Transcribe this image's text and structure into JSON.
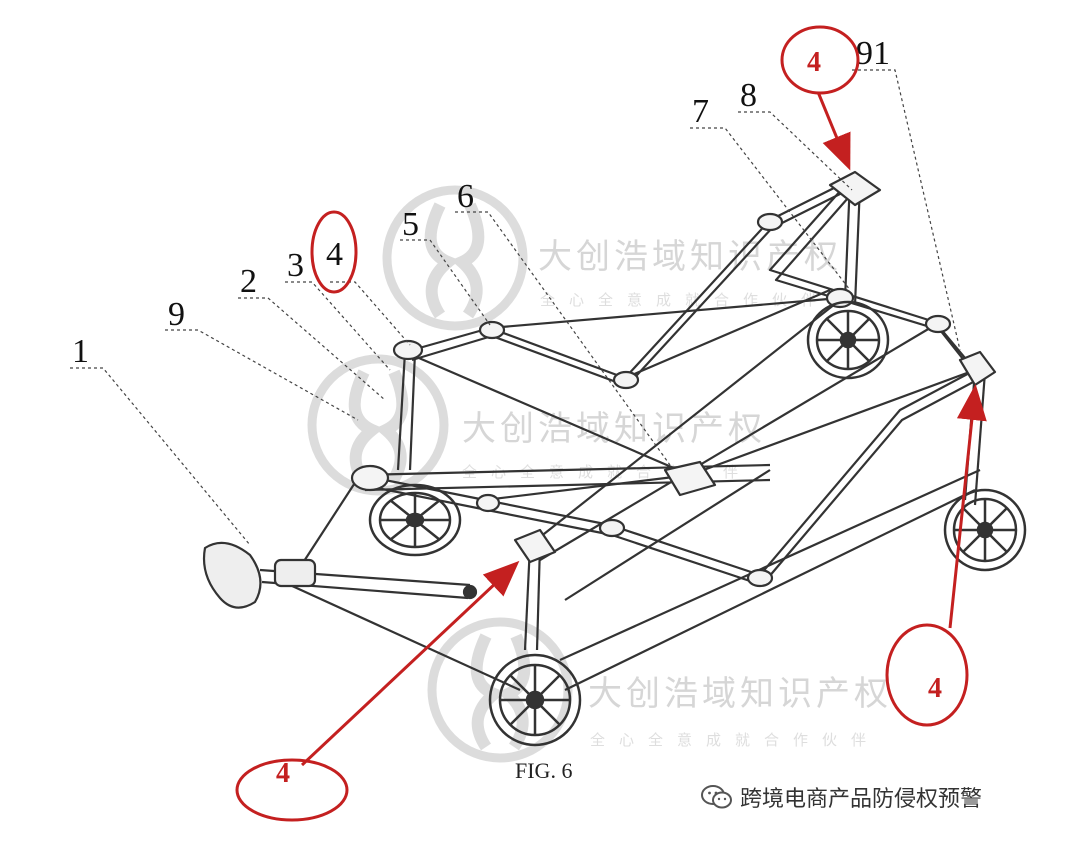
{
  "figure": {
    "caption": "FIG. 6",
    "part_numbers": [
      "1",
      "9",
      "2",
      "3",
      "4",
      "5",
      "6",
      "7",
      "8",
      "91"
    ],
    "highlight_label": "4",
    "watermark": {
      "name": "大创浩域知识产权",
      "slogan": "全心全意成就合作伙伴"
    },
    "colors": {
      "highlight": "#c42020",
      "line": "#333333",
      "watermark": "#d6d6d6"
    }
  },
  "footer": {
    "account": "跨境电商产品防侵权预警",
    "icon": "wechat-icon"
  }
}
